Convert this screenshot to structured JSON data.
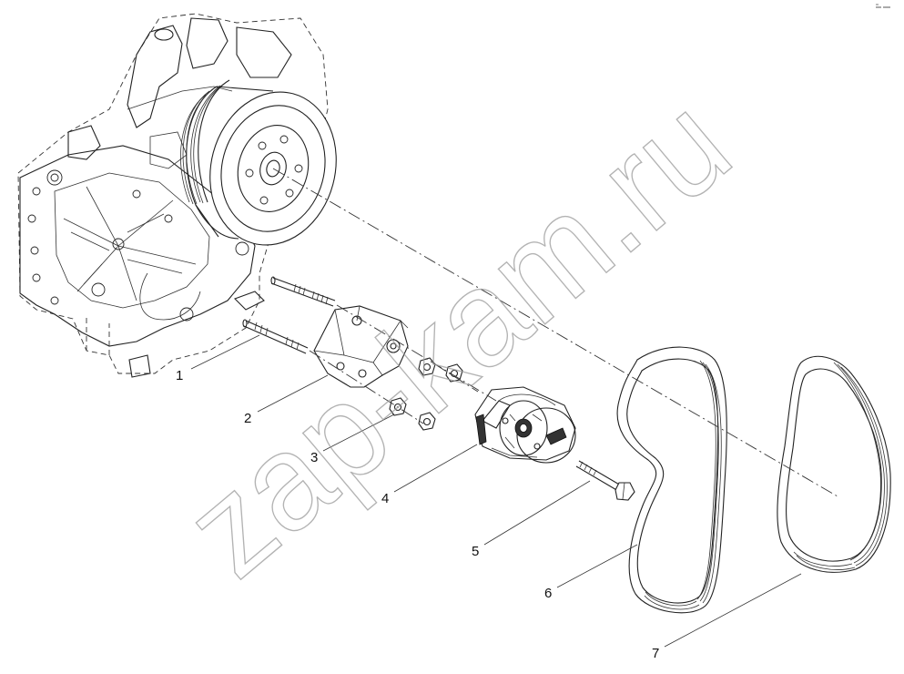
{
  "watermark": "zap-kam.ru",
  "callouts": [
    {
      "id": "1",
      "label": "1"
    },
    {
      "id": "2",
      "label": "2"
    },
    {
      "id": "3",
      "label": "3"
    },
    {
      "id": "4",
      "label": "4"
    },
    {
      "id": "5",
      "label": "5"
    },
    {
      "id": "6",
      "label": "6"
    },
    {
      "id": "7",
      "label": "7"
    }
  ],
  "icons": [
    "corner-mark-icon"
  ]
}
